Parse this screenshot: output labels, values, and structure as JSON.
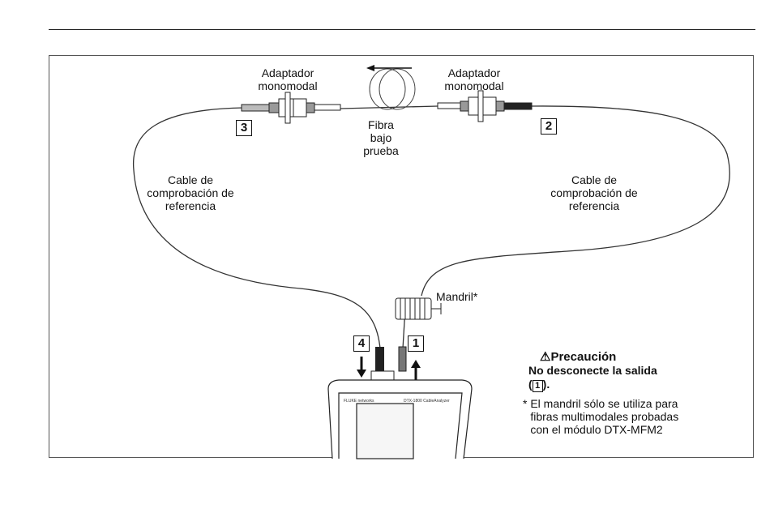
{
  "labels": {
    "adapter_left": "Adaptador monomodal",
    "adapter_right": "Adaptador monomodal",
    "fiber_under_test": "Fibra bajo prueba",
    "ref_cable_left": "Cable de comprobación de referencia",
    "ref_cable_right": "Cable de comprobación de referencia",
    "mandrel": "Mandril*"
  },
  "markers": {
    "one": "1",
    "two": "2",
    "three": "3",
    "four": "4"
  },
  "caution": {
    "icon": "warning-triangle-icon",
    "title": "Precaución",
    "text": "No desconecte la salida",
    "ref_open": "(",
    "ref": "1",
    "ref_close": ")."
  },
  "footnote": {
    "star": "*",
    "text": "El mandril sólo se utiliza para fibras multimodales probadas con el módulo DTX-MFM2"
  },
  "device": {
    "brand": "FLUKE networks",
    "model": "DTX-1800 CableAnalyzer"
  }
}
